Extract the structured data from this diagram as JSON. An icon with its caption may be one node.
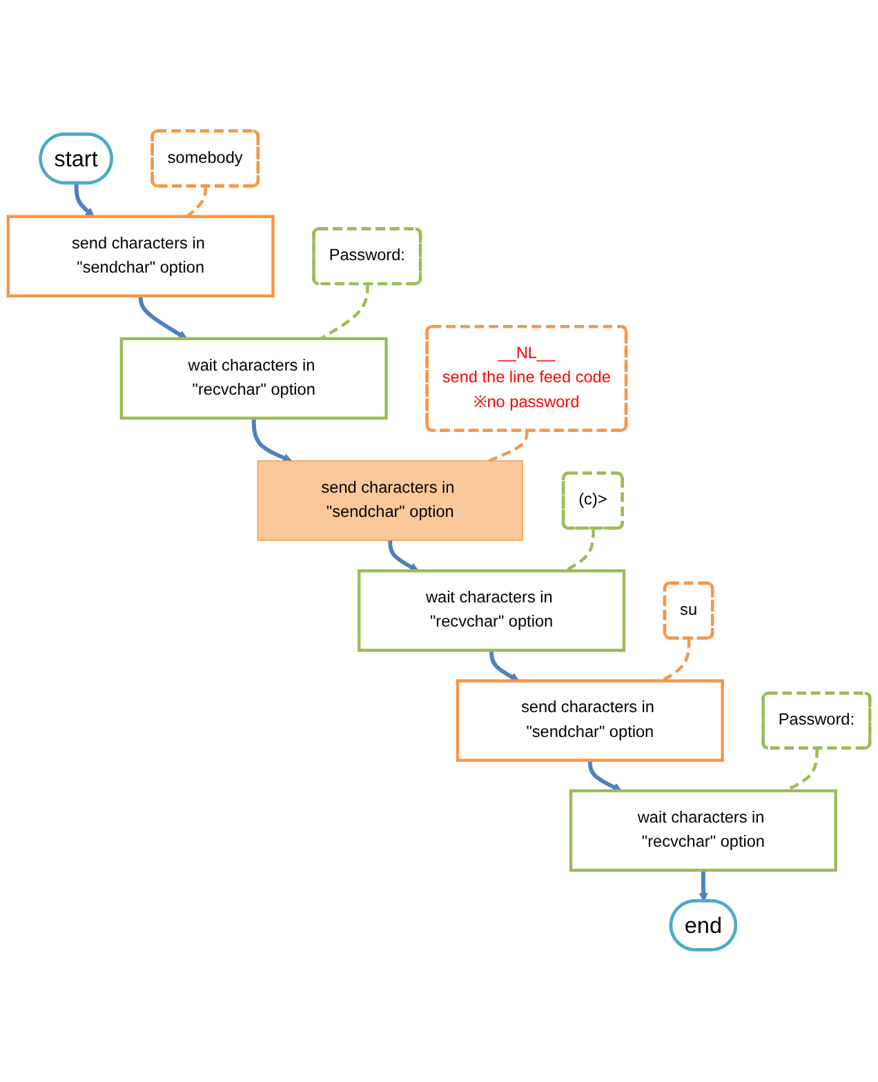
{
  "diagram": {
    "nodes": [
      {
        "text": [
          "start"
        ]
      },
      {
        "text": [
          "send characters in \"sendchar\" option"
        ]
      },
      {
        "text": [
          "somebody"
        ]
      },
      {
        "text": [
          "wait characters in \"recvchar\" option"
        ]
      },
      {
        "text": [
          "Password:"
        ]
      },
      {
        "text": [
          "send characters in \"sendchar\" option"
        ]
      },
      {
        "text": [
          "__NL__",
          "send the line feed code",
          "※no password"
        ]
      },
      {
        "text": [
          "wait characters in \"recvchar\" option"
        ]
      },
      {
        "text": [
          "(c)>"
        ]
      },
      {
        "text": [
          "send characters in \"sendchar\" option"
        ]
      },
      {
        "text": [
          "su"
        ]
      },
      {
        "text": [
          "wait characters in \"recvchar\" option"
        ]
      },
      {
        "text": [
          "Password:"
        ]
      },
      {
        "text": [
          "end"
        ]
      }
    ],
    "edges": [
      {
        "from": 0,
        "to": 1,
        "arrow": "to"
      },
      {
        "from": 2,
        "to": 1,
        "arrow": "none",
        "style": "dashed",
        "color": "#f79646"
      },
      {
        "from": 1,
        "to": 3,
        "arrow": "to"
      },
      {
        "from": 4,
        "to": 3,
        "arrow": "none",
        "style": "dashed",
        "color": "#9bbb59"
      },
      {
        "from": 3,
        "to": 5,
        "arrow": "to"
      },
      {
        "from": 6,
        "to": 5,
        "arrow": "none",
        "style": "dashed",
        "color": "#f79646"
      },
      {
        "from": 5,
        "to": 7,
        "arrow": "to"
      },
      {
        "from": 8,
        "to": 7,
        "arrow": "none",
        "style": "dashed",
        "color": "#9bbb59"
      },
      {
        "from": 7,
        "to": 9,
        "arrow": "to"
      },
      {
        "from": 10,
        "to": 9,
        "arrow": "none",
        "style": "dashed",
        "color": "#f79646"
      },
      {
        "from": 9,
        "to": 11,
        "arrow": "to"
      },
      {
        "from": 12,
        "to": 11,
        "arrow": "none",
        "style": "dashed",
        "color": "#9bbb59"
      },
      {
        "from": 11,
        "to": 13,
        "arrow": "to"
      }
    ]
  }
}
